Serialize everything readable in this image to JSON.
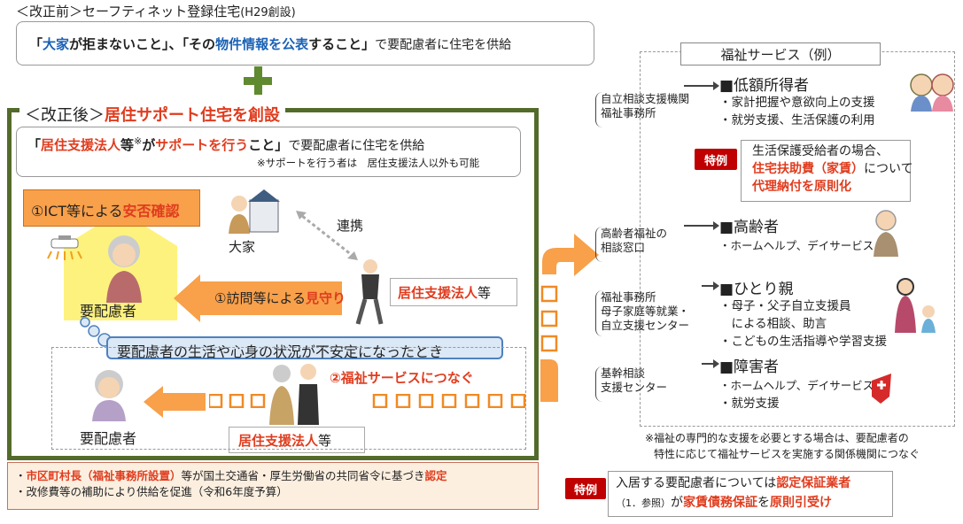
{
  "before": {
    "heading_pre": "＜改正前＞",
    "heading_main": "セーフティネット登録住宅",
    "heading_suffix": "(H29創設)",
    "box": {
      "q1": "「",
      "t1": "大家",
      "t2": "が拒まないこと」、「",
      "t3": "その",
      "t4": "物件情報を公表",
      "t5": "すること」",
      "t6": "で要配慮者に住宅を供給"
    }
  },
  "after": {
    "heading_pre": "＜改正後＞",
    "heading_main": "居住サポート住宅を創設",
    "support": {
      "q1": "「",
      "t1": "居住支援法人",
      "t2": "等",
      "t3": "※",
      "t4": "が",
      "t5": "サポートを行う",
      "t6": "こと」",
      "t7": "で要配慮者に住宅を供給",
      "note": "※サポートを行う者は　居住支援法人以外も可能"
    },
    "ict_note": {
      "pre": "①ICT等による",
      "red": "安否確認"
    },
    "care_recipient": "要配慮者",
    "landlord": "大家",
    "cooperation": "連携",
    "watch": {
      "pre": "①訪問等による",
      "red": "見守り"
    },
    "org": {
      "red": "居住支援法人",
      "post": "等"
    },
    "bubble": "要配慮者の生活や心身の状況が不安定になったとき",
    "connect": "②福祉サービスにつなぐ",
    "bottom": {
      "line1_a": "・",
      "line1_red1": "市区町村長（福祉事務所設置）",
      "line1_b": "等が国土交通省・厚生労働省の共同省令に基づき",
      "line1_red2": "認定",
      "line2": "・改修費等の補助により供給を促進（令和6年度予算）"
    }
  },
  "services": {
    "title": "福祉サービス（例）",
    "groups": [
      {
        "agency": "自立相談支援機関\n福祉事務所",
        "title": "■低額所得者",
        "items": [
          "・家計把握や意欲向上の支援",
          "・就労支援、生活保護の利用"
        ]
      },
      {
        "agency": "高齢者福祉の\n相談窓口",
        "title": "■高齢者",
        "items": [
          "・ホームヘルプ、デイサービス"
        ]
      },
      {
        "agency": "福祉事務所\n母子家庭等就業・\n自立支援センター",
        "title": "■ひとり親",
        "items": [
          "・母子・父子自立支援員",
          "　による相談、助言",
          "・こどもの生活指導や学習支援"
        ]
      },
      {
        "agency": "基幹相談\n支援センター",
        "title": "■障害者",
        "items": [
          "・ホームヘルプ、デイサービス",
          "・就労支援"
        ]
      }
    ],
    "special_label": "特例",
    "special_welfare": {
      "line1": "生活保護受給者の場合、",
      "line2_red": "住宅扶助費（家賃）",
      "line2_post": "について",
      "line3_red": "代理納付を原則化"
    },
    "note_line1": "※福祉の専門的な支援を必要とする場合は、要配慮者の",
    "note_line2": "特性に応じて福祉サービスを実施する関係機関につなぐ",
    "guarantor": {
      "line1_pre": "入居する要配慮者については",
      "line1_red": "認定保証業者",
      "line2_small": "（1．参照）",
      "line2_mid": "が",
      "line2_red1": "家賃債務保証",
      "line2_mid2": "を",
      "line2_red2": "原則引受け"
    }
  },
  "colors": {
    "red": "#e03c1e",
    "blue": "#1b61b6",
    "green_frame": "#536b2a",
    "orange": "#f8a04a",
    "special_red": "#c00000"
  }
}
